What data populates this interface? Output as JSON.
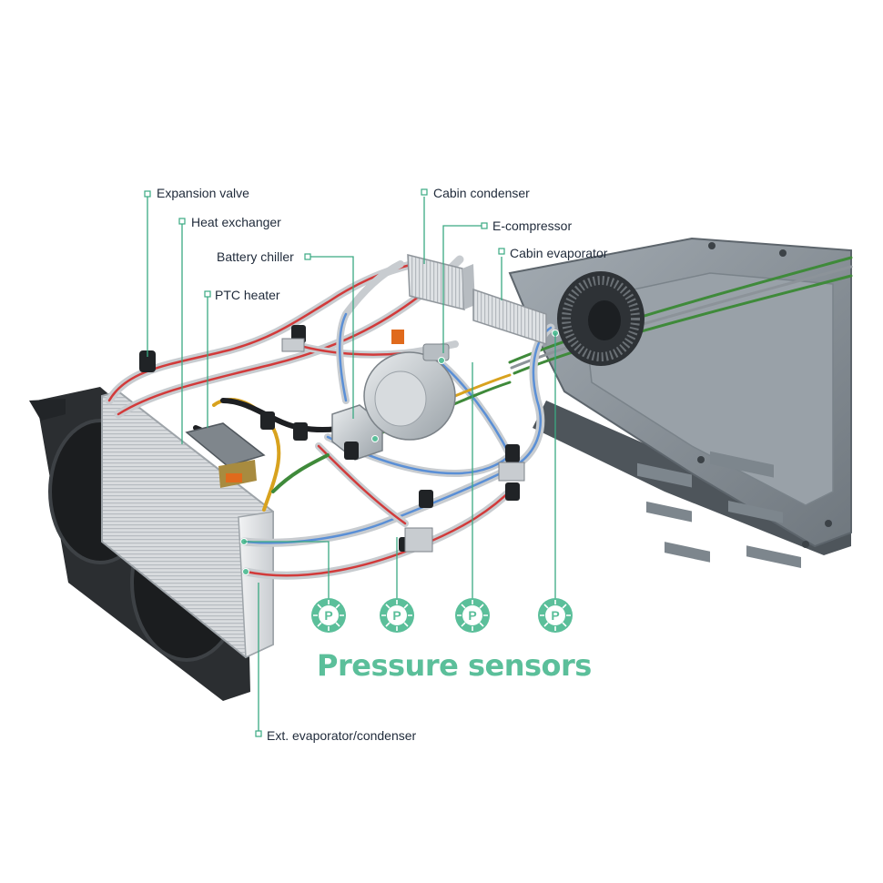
{
  "labels": {
    "expansion_valve": "Expansion valve",
    "heat_exchanger": "Heat exchanger",
    "battery_chiller": "Battery chiller",
    "ptc_heater": "PTC heater",
    "cabin_condenser": "Cabin condenser",
    "e_compressor": "E-compressor",
    "cabin_evaporator": "Cabin evaporator",
    "ext_evaporator_condenser": "Ext. evaporator/condenser"
  },
  "sensor_symbol": "P",
  "title": "Pressure sensors",
  "colors": {
    "accent": "#5bbf9a",
    "leader": "#3aa982",
    "label_text": "#1f2a3a",
    "refrigerant_hot": "#d23a3a",
    "refrigerant_cold": "#5a8fd6",
    "coolant_green": "#3f8a3a",
    "coolant_yellow": "#d8a21e",
    "pipe_silver": "#c8ccd0",
    "floor_panel": "#8b949c",
    "radiator_dark": "#2b2e31",
    "radiator_core": "#dfe2e5"
  }
}
